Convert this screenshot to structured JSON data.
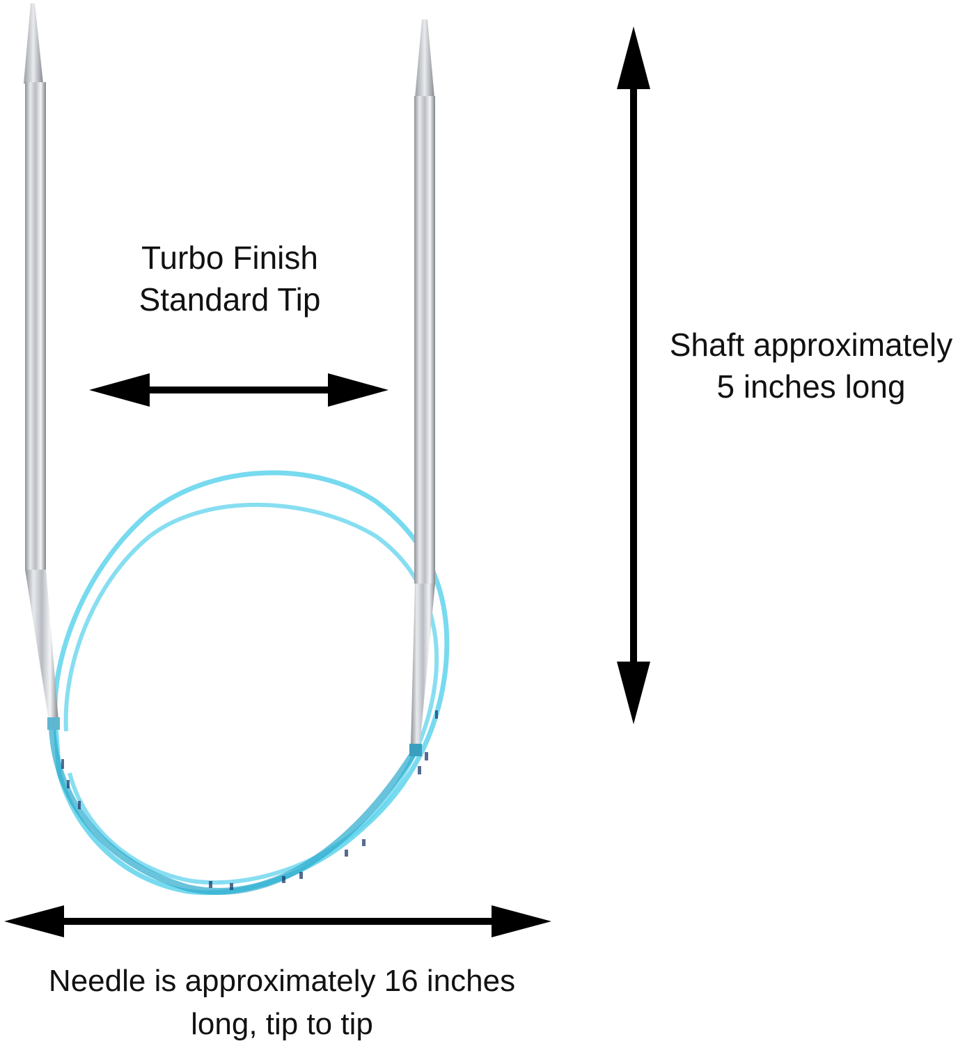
{
  "annotations": {
    "tip": {
      "line1": "Turbo Finish",
      "line2": "Standard Tip"
    },
    "shaft": {
      "line1": "Shaft approximately",
      "line2": "5 inches long"
    },
    "length": {
      "line1": "Needle is approximately 16 inches",
      "line2": "long, tip to tip"
    }
  },
  "colors": {
    "cable": "#5fd3ec",
    "cable_dark": "#2aa9cc",
    "metal": "#c9ccd1",
    "arrow": "#000000",
    "text": "#111111"
  }
}
